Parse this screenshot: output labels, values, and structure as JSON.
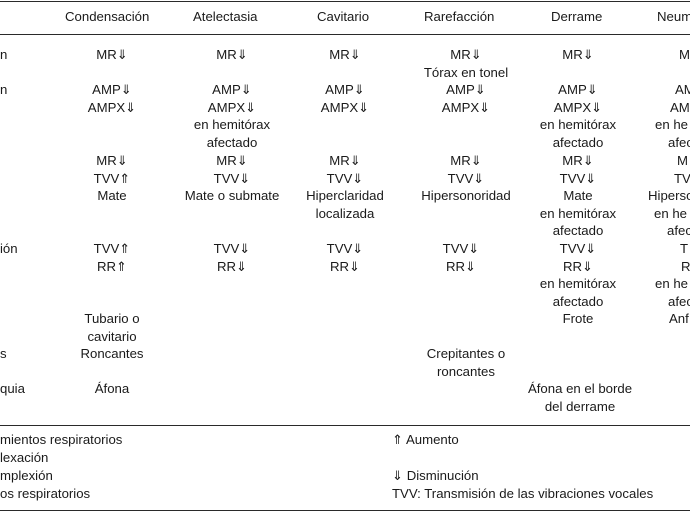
{
  "headers": [
    "Condensación",
    "Atelectasia",
    "Cavitario",
    "Rarefacción",
    "Derrame",
    "Neum"
  ],
  "rowlabels": [
    "n",
    "n",
    "",
    "ión",
    "s",
    "quia"
  ],
  "cells": {
    "c0": [
      "MR⇓"
    ],
    "c1": [
      "MR⇓"
    ],
    "c2": [
      "MR⇓"
    ],
    "c3": [
      "MR⇓",
      "Tórax en tonel"
    ],
    "c4": [
      "MR⇓"
    ],
    "c5": [
      "M"
    ],
    "d0": [
      "AMP⇓",
      "AMPX⇓"
    ],
    "d1": [
      "AMP⇓",
      "AMPX⇓",
      "en hemitórax",
      "afectado"
    ],
    "d2": [
      "AMP⇓",
      "AMPX⇓"
    ],
    "d3": [
      "AMP⇓",
      "AMPX⇓"
    ],
    "d4": [
      "AMP⇓",
      "AMPX⇓",
      "en hemitórax",
      "afectado"
    ],
    "d5": [
      "AM",
      "AM",
      "en he",
      "afec"
    ],
    "e0": [
      "MR⇓",
      "TVV⇑",
      "Mate"
    ],
    "e1": [
      "MR⇓",
      "TVV⇓",
      "Mate o submate"
    ],
    "e2": [
      "MR⇓",
      "TVV⇓",
      "Hiperclaridad",
      "localizada"
    ],
    "e3": [
      "MR⇓",
      "TVV⇓",
      "Hipersonoridad"
    ],
    "e4": [
      "MR⇓",
      "TVV⇓",
      "Mate",
      "en hemitórax",
      "afectado"
    ],
    "e5": [
      "M",
      "TV",
      "Hiperso",
      "en he",
      "afec"
    ],
    "f0": [
      "TVV⇑",
      "RR⇑"
    ],
    "f1": [
      "TVV⇓",
      "RR⇓"
    ],
    "f2": [
      "TVV⇓",
      "RR⇓"
    ],
    "f3": [
      "TVV⇓",
      "RR⇓"
    ],
    "f4": [
      "TVV⇓",
      "RR⇓",
      "en hemitórax",
      "afectado",
      "Frote"
    ],
    "f5": [
      "T",
      "R",
      "en he",
      "afec",
      "Anf"
    ],
    "g0": [
      "Tubario o",
      "cavitario",
      "Roncantes"
    ],
    "g3": [
      "Crepitantes o",
      "roncantes"
    ],
    "h0": [
      "Áfona"
    ],
    "h4": [
      "Áfona en el borde",
      "del derrame"
    ]
  },
  "legend_left": [
    "mientos respiratorios",
    "lexación",
    "mplexión",
    "os respiratorios"
  ],
  "legend_right": [
    "⇑ Aumento",
    "",
    "⇓ Disminución",
    "TVV: Transmisión de las vibraciones vocales"
  ]
}
